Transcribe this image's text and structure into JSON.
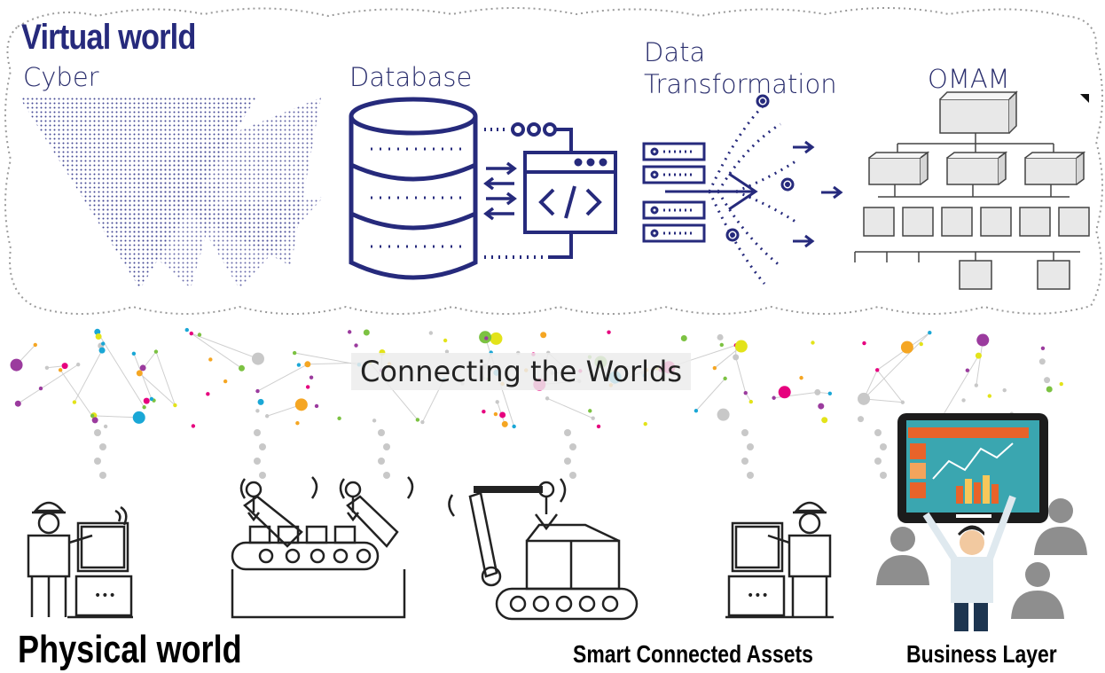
{
  "virtual": {
    "title": "Virtual world",
    "cyber_label": "Cyber",
    "database_label": "Database",
    "transformation_line1": "Data",
    "transformation_line2": "Transformation",
    "omam_label": "OMAM"
  },
  "connecting_label": "Connecting the Worlds",
  "physical": {
    "title": "Physical world",
    "smart_assets_label": "Smart Connected Assets",
    "business_layer_label": "Business Layer"
  },
  "colors": {
    "navy": "#262a7c",
    "line": "#2b2f6e",
    "node_magenta": "#e6007e",
    "node_cyan": "#1aa7d6",
    "node_green": "#7cc242",
    "node_yellow": "#e3e31a",
    "node_orange": "#f5a623",
    "node_purple": "#9b3b9e",
    "node_gray": "#c8c8c8",
    "tablet_teal": "#3aa6b0",
    "tablet_orange": "#e8632a"
  }
}
